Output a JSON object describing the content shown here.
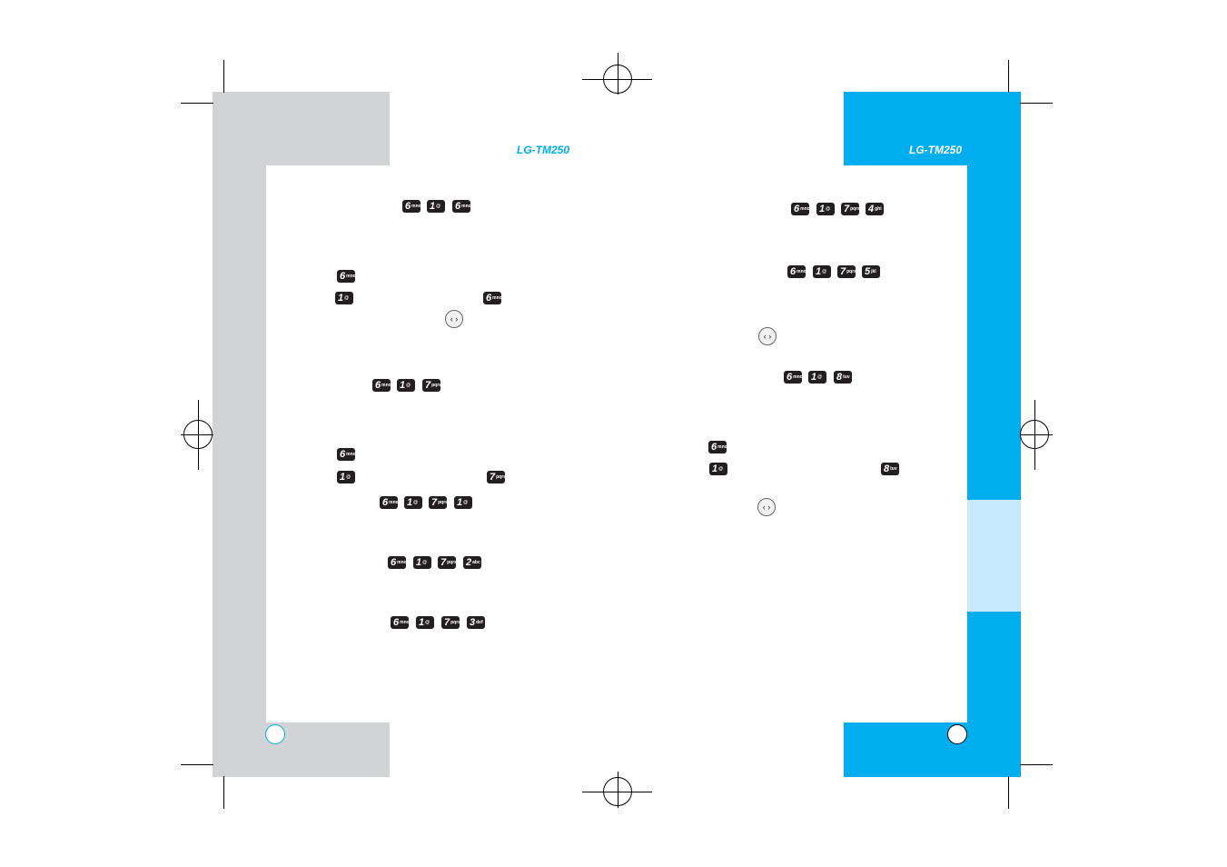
{
  "left_page": {
    "model": "LG-TM250",
    "model_color": "#00aeef"
  },
  "right_page": {
    "model": "LG-TM250",
    "model_color": "#ffffff"
  },
  "keys": {
    "k1": "1",
    "k1_sub": "@",
    "k2": "2",
    "k2_sub": "abc",
    "k3": "3",
    "k3_sub": "def",
    "k4": "4",
    "k4_sub": "ghi",
    "k5": "5",
    "k5_sub": "jkl",
    "k6": "6",
    "k6_sub": "mno",
    "k7": "7",
    "k7_sub": "pqrs",
    "k8": "8",
    "k8_sub": "tuv"
  },
  "nav_icon": "‹ ›",
  "colors": {
    "grey": "#d1d3d4",
    "blue": "#00aeef",
    "pale_blue": "#c6e9fb"
  }
}
